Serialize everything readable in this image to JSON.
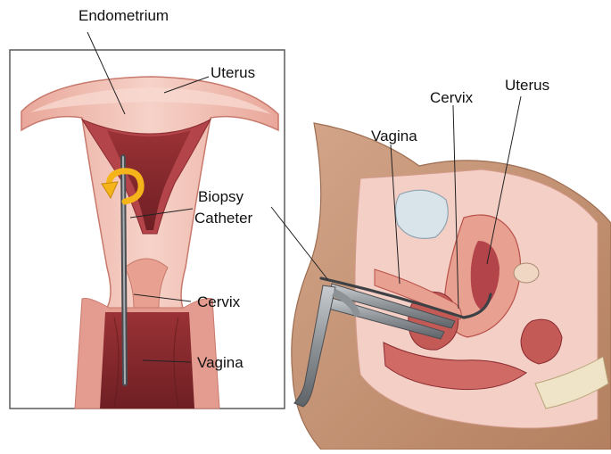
{
  "labels": {
    "endometrium": "Endometrium",
    "uterus_inset": "Uterus",
    "biopsy": "Biopsy",
    "catheter": "Catheter",
    "cervix_inset": "Cervix",
    "vagina_inset": "Vagina",
    "uterus_side": "Uterus",
    "cervix_side": "Cervix",
    "vagina_side": "Vagina"
  },
  "colors": {
    "tissue_light": "#f2c2b8",
    "tissue_mid": "#e8a091",
    "tissue_dark": "#b9524a",
    "cavity": "#8c2a2e",
    "skin": "#c9967a",
    "instrument": "#7d8287",
    "arrow": "#f4b41a"
  }
}
